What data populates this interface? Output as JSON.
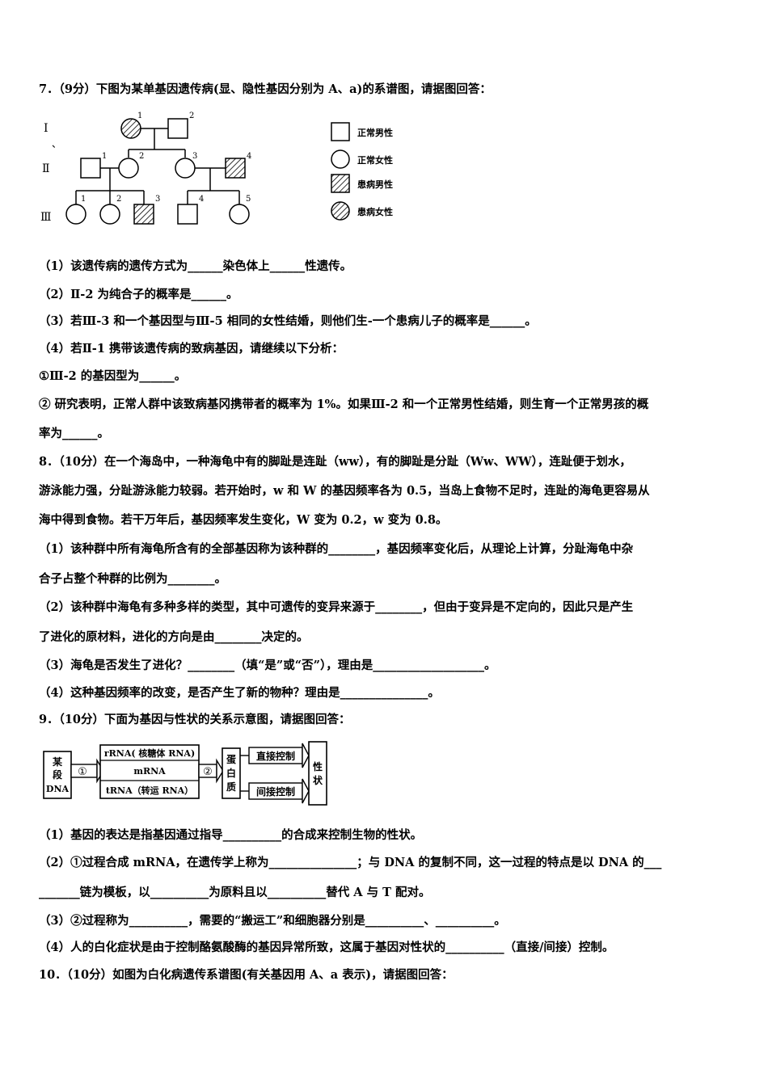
{
  "q7": {
    "header": "7．（9分）下图为某单基因遗传病(显、隐性基因分别为 A、a)的系谱图，请据图回答：",
    "pedigree": {
      "gen_labels": [
        "Ⅰ",
        "、",
        "Ⅱ",
        "Ⅲ"
      ],
      "num_labels": [
        "1",
        "2",
        "1",
        "2",
        "3",
        "4",
        "1",
        "2",
        "3",
        "4",
        "5"
      ],
      "legend": [
        "正常男性",
        "正常女性",
        "患病男性",
        "患病女性"
      ]
    },
    "items": [
      "（1）该遗传病的遗传方式为______染色体上______性遗传。",
      "（2）Ⅱ-2 为纯合子的概率是______。",
      "（3）若Ⅲ-3 和一个基因型与Ⅲ-5 相同的女性结婚，则他们生-一个患病儿子的概率是______。",
      "（4）若Ⅱ-1 携带该遗传病的致病基因，请继续以下分析：",
      "①Ⅲ-2 的基因型为______。",
      "② 研究表明，正常人群中该致病基冈携带者的概率为 1%。如果Ⅲ-2 和一个正常男性结婚，则生育一个正常男孩的概",
      "率为______。"
    ]
  },
  "q8": {
    "header": "8．（10分）在一个海岛中，一种海龟中有的脚趾是连趾（ww），有的脚趾是分趾（Ww、WW），连趾便于划水，",
    "lines": [
      "游泳能力强，分趾游泳能力较弱。若开始时，w 和 W 的基因频率各为 0.5，当岛上食物不足时，连趾的海龟更容易从",
      "海中得到食物。若干万年后，基因频率发生变化，W 变为 0.2，w 变为 0.8。",
      "（1）该种群中所有海龟所含有的全部基因称为该种群的________，基因频率变化后，从理论上计算，分趾海龟中杂",
      "合子占整个种群的比例为________。",
      "（2）该种群中海龟有多种多样的类型，其中可遗传的变异来源于________，但由于变异是不定向的，因此只是产生",
      "了进化的原材料，进化的方向是由________决定的。",
      "（3）海龟是否发生了进化？________（填“是”或“否”），理由是___________________。",
      "（4）这种基因频率的改变，是否产生了新的物种？理由是_______________。"
    ]
  },
  "q9": {
    "header": "9．（10分）下面为基因与性状的关系示意图，请据图回答：",
    "diagram": {
      "dna": [
        "某",
        "段",
        "DNA"
      ],
      "step1": "①",
      "rnas": [
        "rRNA( 核糖体 RNA)",
        "mRNA",
        "tRNA（转运 RNA）"
      ],
      "step2": "②",
      "protein": [
        "蛋",
        "白",
        "质"
      ],
      "direct": "直接控制",
      "indirect": "间接控制",
      "trait": [
        "性",
        "状"
      ]
    },
    "lines": [
      "（1）基因的表达是指基因通过指导__________的合成来控制生物的性状。",
      "（2）①过程合成 mRNA，在遗传学上称为_______________；与 DNA 的复制不同，这一过程的特点是以 DNA 的___",
      "_______链为模板，以__________为原料且以__________替代 A 与 T 配对。",
      "（3）②过程称为__________，需要的“搬运工”和细胞器分别是__________、__________。",
      "（4）人的白化症状是由于控制酪氨酸酶的基因异常所致，这属于基因对性状的__________（直接/间接）控制。"
    ]
  },
  "q10": {
    "header": "10．（10分）如图为白化病遗传系谱图(有关基因用 A、a 表示)，请据图回答："
  }
}
